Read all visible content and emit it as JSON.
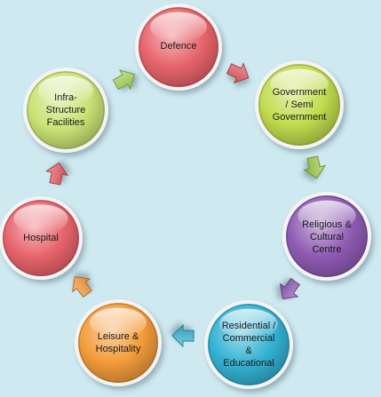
{
  "diagram": {
    "background": "#cfe9f1",
    "nodes": [
      {
        "id": "defence",
        "label": "Defence",
        "color": "#e8646c",
        "text_color": "#1a1a1a"
      },
      {
        "id": "government",
        "label": "Government\n/ Semi\nGovernment",
        "color": "#c2dc4e",
        "text_color": "#1a1a1a"
      },
      {
        "id": "religious",
        "label": "Religious &\nCultural\nCentre",
        "color": "#8f5bb4",
        "text_color": "#1a1a1a"
      },
      {
        "id": "residential",
        "label": "Residential /\nCommercial\n&\nEducational",
        "color": "#34b2d4",
        "text_color": "#1a1a1a"
      },
      {
        "id": "leisure",
        "label": "Leisure &\nHospitality",
        "color": "#f49c3b",
        "text_color": "#1a1a1a"
      },
      {
        "id": "hospital",
        "label": "Hospital",
        "color": "#e8646c",
        "text_color": "#1a1a1a"
      },
      {
        "id": "infrastructure",
        "label": "Infra-\nStructure\nFacilities",
        "color": "#c9e375",
        "text_color": "#1a1a1a"
      }
    ],
    "arrows": [
      {
        "from": "defence",
        "to": "government",
        "color": "#e85a64"
      },
      {
        "from": "government",
        "to": "religious",
        "color": "#9ccc46"
      },
      {
        "from": "religious",
        "to": "residential",
        "color": "#8e57b6"
      },
      {
        "from": "residential",
        "to": "leisure",
        "color": "#36b2d6"
      },
      {
        "from": "leisure",
        "to": "hospital",
        "color": "#f59a3c"
      },
      {
        "from": "hospital",
        "to": "infrastructure",
        "color": "#e85a64"
      },
      {
        "from": "infrastructure",
        "to": "defence",
        "color": "#a8d65a"
      }
    ]
  }
}
